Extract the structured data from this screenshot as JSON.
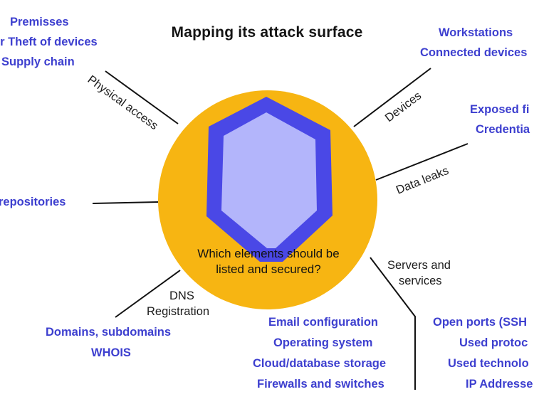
{
  "title": "Mapping its attack surface",
  "center_question": {
    "line1": "Which elements should be",
    "line2": "listed and secured?"
  },
  "branches": {
    "physical_access": {
      "label": "Physical access",
      "items": [
        "Premisses",
        "or Theft of devices",
        "Supply chain"
      ]
    },
    "devices": {
      "label": "Devices",
      "items": [
        "Workstations",
        "Connected devices"
      ]
    },
    "data_leaks": {
      "label": "Data leaks",
      "items": [
        "Exposed fi",
        "Credentia"
      ]
    },
    "repositories": {
      "items": [
        "repositories"
      ]
    },
    "servers_services": {
      "label_line1": "Servers and",
      "label_line2": "services",
      "items": [
        "Open ports (SSH",
        "Used protoc",
        "Used technolo",
        "IP Addresse"
      ]
    },
    "dns_registration": {
      "label_line1": "DNS",
      "label_line2": "Registration",
      "items": [
        "Domains, subdomains",
        "WHOIS"
      ]
    },
    "bottom_center": {
      "items": [
        "Email configuration",
        "Operating system",
        "Cloud/database storage",
        "Firewalls and switches"
      ]
    }
  },
  "colors": {
    "circle_fill": "#f7b512",
    "shield_outer": "#4a48e6",
    "shield_inner": "#b3b5fb",
    "item_text": "#3d3fcf",
    "line": "#111111"
  }
}
